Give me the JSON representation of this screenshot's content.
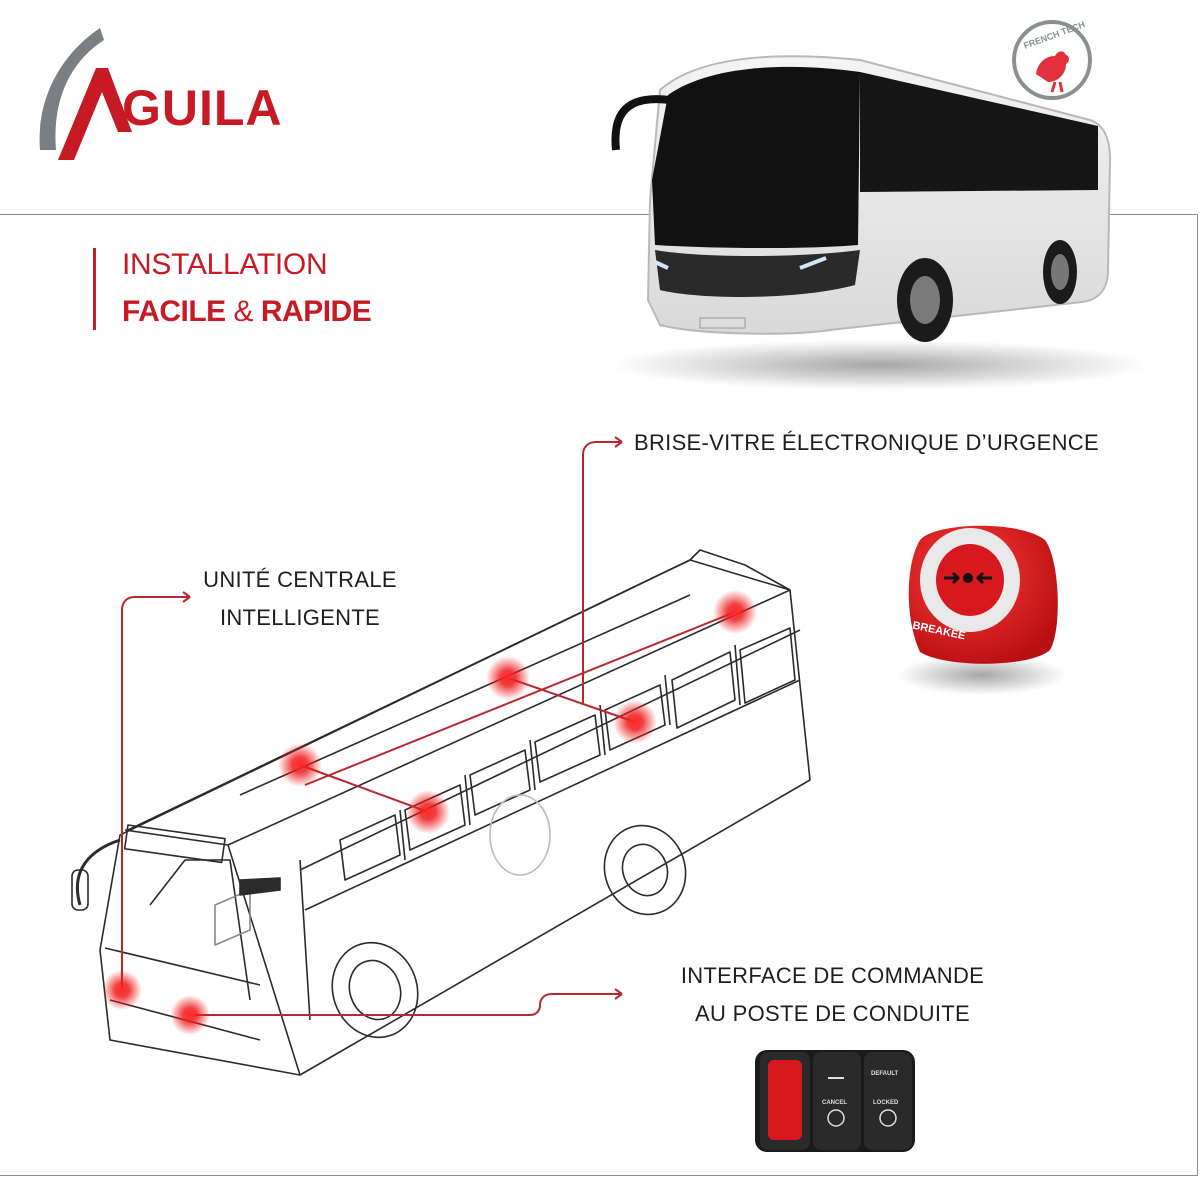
{
  "brand": {
    "name": "GUILA",
    "initial": "A"
  },
  "badge": {
    "text": "FRENCH TECH"
  },
  "heading": {
    "line1": "INSTALLATION",
    "line2_a": "FACILE",
    "line2_sep": " & ",
    "line2_b": "RAPIDE"
  },
  "callouts": {
    "brise_vitre": "BRISE-VITRE ÉLECTRONIQUE D’URGENCE",
    "unite_line1": "UNITÉ CENTRALE",
    "unite_line2": "INTELLIGENTE",
    "interface_line1": "INTERFACE DE COMMANDE",
    "interface_line2": "AU POSTE DE CONDUITE"
  },
  "breaker": {
    "label": "BREAKEE"
  },
  "control_panel": {
    "switch_2_top": "",
    "switch_2_label": "CANCEL",
    "switch_3_top": "DEFAULT",
    "switch_3_label": "LOCKED"
  },
  "colors": {
    "brand_red": "#c71a24",
    "text_dark": "#1e1e1e",
    "frame_grey": "#8a8f92"
  }
}
